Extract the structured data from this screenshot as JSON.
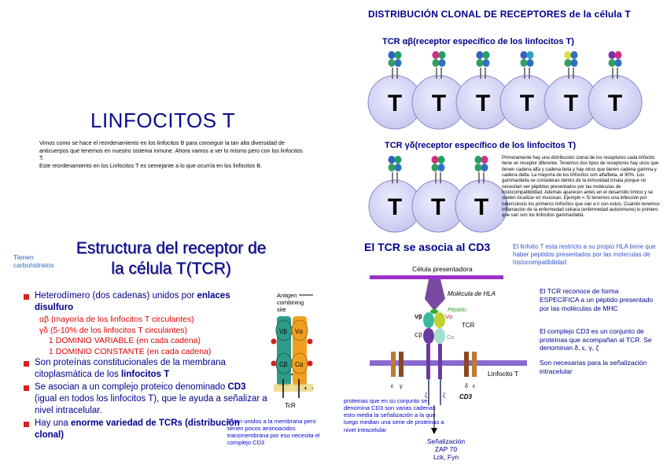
{
  "q1": {
    "title": "LINFOCITOS T",
    "paragraph1": "Vimos como se hace el reordenamiento en los linfocitos B para conseguir la tan alta diversidad de anticuerpos que tenemos en nuestro sistema inmune. Ahora vamos a ver lo mismo pero con los linfocitos T.",
    "paragraph2": "Este reordenamiento en los Linfocitos T es semejante a lo que ocurría en los linfocitos B."
  },
  "q2": {
    "title": "DISTRIBUCIÓN CLONAL DE RECEPTORES de la célula T",
    "tcr_ab": "TCR αβ(receptor específico de los linfocitos T)",
    "tcr_gd": "TCR γδ(receptor específico de los linfocitos T)",
    "cell_letter": "T",
    "explanation": "Primeramente hay una distribución clonal de los receptores cada linfocito tiene un receptor diferente. Tenemos dos tipos de receptores hay unos que tienen cadena alfa y cadena beta y hay otros que tienen cadena gamma y cadena delta. La mayoría de los linfocitos son alfa/beta, el 90%. Los gamma/delta se consideran dentro de la inmunidad innata porque no necesitan ver péptidos presentados por las moléculas de histocompatibilidad. Además aparecen antes en el desarrollo tímico y se suelen localizar en mucosas. Ejemplo = Si tenemos una infección por tuberculosis los primeros linfocitos que van a ir son estos. Cuando tenemos inflamación de la enfermedad celíaca (enfermedad autoinmune) lo primero que van son los linfocitos gamma/delta."
  },
  "q3": {
    "title_line1": "Estructura del receptor de",
    "title_line2": "la célula T(TCR)",
    "tienen": "Tienen carbohidratos",
    "b1_pre": "Heterodímero (dos cadenas) unidos por ",
    "b1_bold": "enlaces disulfuro",
    "s1": "αβ (mayoría de los linfocitos T circulantes)",
    "s2": "γδ (5-10% de los linfocitos T circulantes)",
    "s3": "1 DOMINIO VARIABLE (en cada cadena)",
    "s4": "1 DOMINIO CONSTANTE (en cada cadena)",
    "b2_pre": "Son proteínas constitucionales de la membrana citoplasmática de los ",
    "b2_bold": "linfocitos T",
    "b3_pre": "Se asocian a un complejo proteico denominado ",
    "b3_bold": "CD3",
    "b3_post": " (igual en todos los linfocitos T), que le ayuda a señalizar a nivel intracelular.",
    "b4_pre": " Hay una ",
    "b4_bold": "enorme variedad de TCRs (distribución clonal)",
    "note": "Estan unidos a la membrana pero tienen pocos aminoacidos transmembrana por eso necesita el complejo CD3",
    "diagram": {
      "antigen_line1": "Antigen",
      "antigen_line2": "combining",
      "antigen_line3": "site",
      "vb": "Vβ",
      "va": "Vα",
      "cb": "Cβ",
      "ca": "Cα",
      "tcr": "TcR",
      "plus": "+",
      "minus": "-"
    }
  },
  "q4": {
    "title": "El TCR se asocia al CD3",
    "note": "El linfoito T esta restricto a su propio HLA tiene que haber peptidos presentados por las moleculas de histocompatibilidad",
    "r1": "El TCR reconoce de forma ESPECÍFICA a un péptido presentado por las moléculas de MHC",
    "r2": "El complejo CD3 es un conjunto de proteínas que acompañan al TCR. Se denominan δ, ε, γ, ζ",
    "r3": "Son necesarias para la señalización intracelular",
    "left_note": "proteinas que en su conjunto se denomina CD3 son varias cadenas esto media la señalización a la que luego median una serie de proteinas a nivel intracelular",
    "senal_line1": "Señalización",
    "senal_line2": "ZAP 70",
    "senal_line3": "Lck, Fyn",
    "diagram": {
      "celula": "Célula presentadora",
      "hla": "Molécula de HLA",
      "peptido": "Péptido",
      "vb": "Vβ",
      "va": "Vα",
      "tcr": "TCR",
      "cb": "Cβ",
      "ca": "Cα",
      "linfocito": "Linfocito T",
      "cd3": "CD3",
      "e": "ε",
      "g": "γ",
      "d": "δ",
      "e2": "ε",
      "z1": "ζ",
      "z2": "ζ"
    }
  }
}
